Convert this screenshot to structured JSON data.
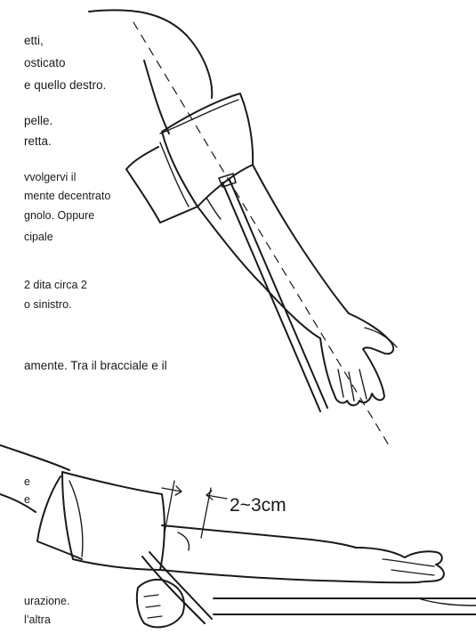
{
  "text_blocks": [
    {
      "id": "l1",
      "text": "etti,"
    },
    {
      "id": "l2",
      "text": "osticato"
    },
    {
      "id": "l3",
      "text": "e quello destro."
    },
    {
      "id": "l4",
      "text": "pelle."
    },
    {
      "id": "l5",
      "text": "retta."
    },
    {
      "id": "l6",
      "text": "vvolgervi il"
    },
    {
      "id": "l7",
      "text": "mente decentrato"
    },
    {
      "id": "l8",
      "text": "gnolo. Oppure"
    },
    {
      "id": "l9",
      "text": "cipale"
    },
    {
      "id": "l10",
      "text": "2 dita circa 2"
    },
    {
      "id": "l11",
      "text": "o sinistro."
    },
    {
      "id": "l12",
      "text": "amente. Tra il bracciale e il"
    },
    {
      "id": "l13",
      "text": "e"
    },
    {
      "id": "l14",
      "text": "e"
    },
    {
      "id": "l15",
      "text": "urazione."
    },
    {
      "id": "l16",
      "text": "l’altra"
    }
  ],
  "figure": {
    "dimension_label": "2~3cm"
  }
}
